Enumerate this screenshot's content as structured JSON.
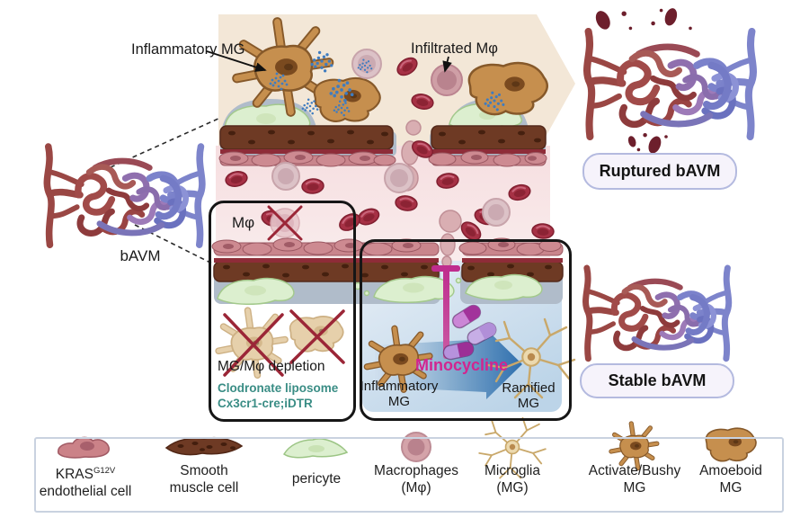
{
  "annotations": {
    "inflammatory_mg": "Inflammatory MG",
    "infiltrated_m_phi": "Infiltrated Mφ",
    "bavm": "bAVM"
  },
  "outcomes": {
    "ruptured": "Ruptured bAVM",
    "stable": "Stable bAVM"
  },
  "depletion_box": {
    "m_phi": "Mφ",
    "title": "MG/Mφ depletion",
    "method1": "Clodronate liposome",
    "method2": "Cx3cr1-cre;iDTR"
  },
  "minocycline_box": {
    "drug": "Minocycline",
    "left_cell_line1": "Inflammatory",
    "left_cell_line2": "MG",
    "right_cell_line1": "Ramified",
    "right_cell_line2": "MG"
  },
  "legend": {
    "items": [
      {
        "line1": "KRAS",
        "sup": "G12V",
        "line2": "endothelial cell"
      },
      {
        "line1": "Smooth",
        "line2": "muscle cell"
      },
      {
        "line1": "pericyte",
        "line2": ""
      },
      {
        "line1": "Macrophages",
        "line2": "(Mφ)"
      },
      {
        "line1": "Microglia",
        "line2": "(MG)"
      },
      {
        "line1": "Activate/Bushy",
        "line2": "MG"
      },
      {
        "line1": "Amoeboid",
        "line2": "MG"
      }
    ]
  },
  "colors": {
    "teal_text": "#3a8d85",
    "minocycline_magenta": "#d2258f",
    "artery_red": "#9a4744",
    "vein_blue": "#7d84cb",
    "smooth_muscle_brown": "#6e3a24",
    "pericyte_green": "#dcefcf",
    "lumen_pink": "#f7e3e4",
    "microglia_tan": "#c68f4e",
    "macrophage_pink": "#d6a8ad",
    "beige_arrow": "#f3e7d7",
    "light_blue": "#cfe0ee",
    "blood_dark": "#6d1f2c",
    "cross_red": "#9b2637"
  }
}
